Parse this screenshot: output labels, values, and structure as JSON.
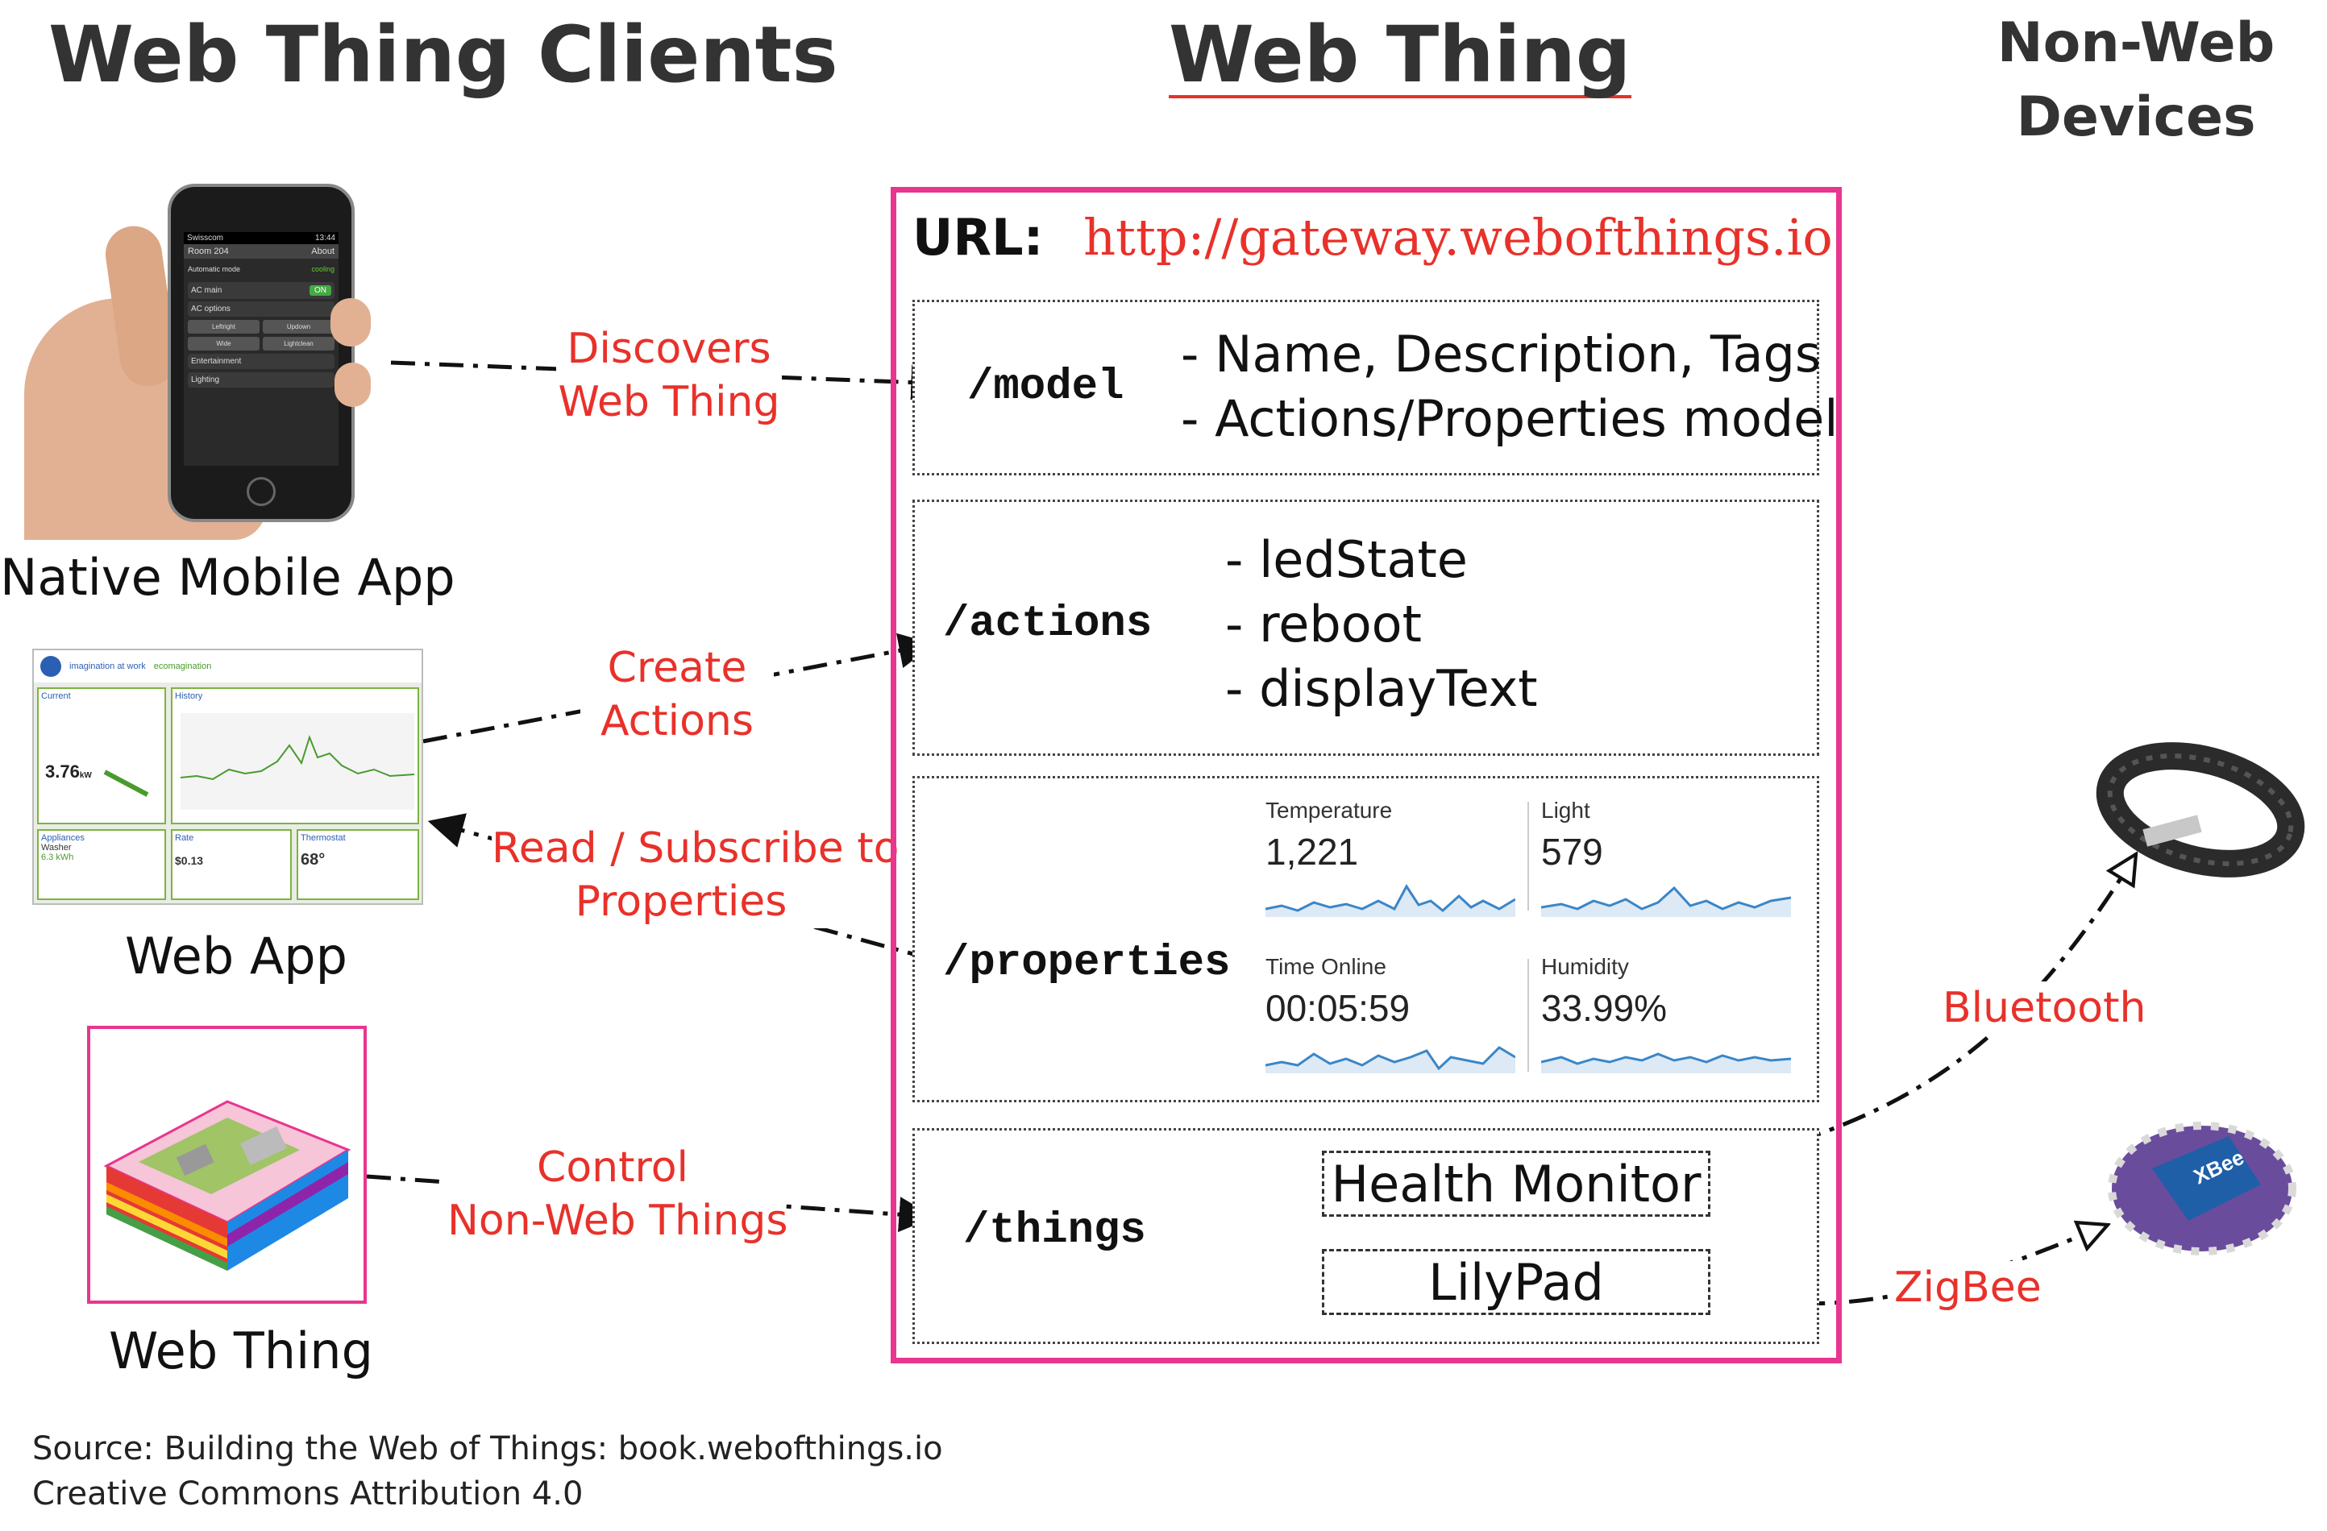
{
  "headers": {
    "clients": "Web Thing Clients",
    "web_thing": "Web Thing",
    "non_web_line1": "Non-Web",
    "non_web_line2": "Devices"
  },
  "clients": {
    "mobile": "Native Mobile App",
    "web_app": "Web App",
    "web_thing": "Web Thing"
  },
  "thing": {
    "url_label": "URL:",
    "url": "http://gateway.webofthings.io",
    "model": {
      "path": "/model",
      "items": [
        "- Name, Description, Tags",
        "- Actions/Properties model"
      ]
    },
    "actions": {
      "path": "/actions",
      "items": [
        "- ledState",
        "- reboot",
        "- displayText"
      ]
    },
    "properties": {
      "path": "/properties",
      "metrics": [
        {
          "name": "Temperature",
          "value": "1,221"
        },
        {
          "name": "Light",
          "value": "579"
        },
        {
          "name": "Time Online",
          "value": "00:05:59"
        },
        {
          "name": "Humidity",
          "value": "33.99%"
        }
      ]
    },
    "things": {
      "path": "/things",
      "items": [
        "Health Monitor",
        "LilyPad"
      ]
    }
  },
  "edges": {
    "discovers_1": "Discovers",
    "discovers_2": "Web Thing",
    "create_1": "Create",
    "create_2": "Actions",
    "read_1": "Read / Subscribe to",
    "read_2": "Properties",
    "control_1": "Control",
    "control_2": "Non-Web Things",
    "bluetooth": "Bluetooth",
    "zigbee": "ZigBee"
  },
  "phone": {
    "carrier": "Swisscom",
    "time": "13:44",
    "room": "Room 204",
    "about": "About",
    "mode": "Automatic mode",
    "status": "cooling",
    "ac_main": "AC main",
    "on": "ON",
    "ac_options": "AC options",
    "btn1": "Leftright",
    "btn2": "Updown",
    "btn3": "Wide",
    "btn4": "Lightclean",
    "entertainment": "Entertainment",
    "lighting": "Lighting"
  },
  "webapp": {
    "brand1": "imagination at work",
    "brand2": "ecomagination",
    "current": "Current",
    "history": "History",
    "reading": "3.76",
    "unit": "kW",
    "appliances": "Appliances",
    "washer": "Washer",
    "kwh": "6.3 kWh",
    "rate": "Rate",
    "cost": "$0.13",
    "thermostat": "Thermostat",
    "temp": "68°"
  },
  "source": {
    "line1": "Source: Building the Web of Things: book.webofthings.io",
    "line2": "Creative Commons Attribution 4.0"
  },
  "colors": {
    "accent_red": "#e8312a",
    "frame_pink": "#e8358f",
    "spark_blue": "#3a86c8"
  }
}
